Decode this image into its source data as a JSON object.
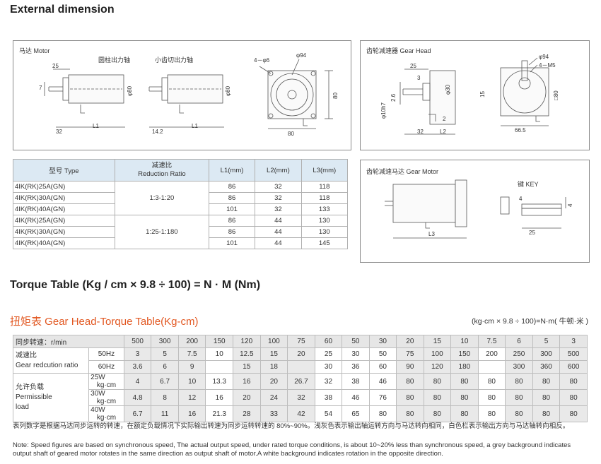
{
  "headings": {
    "external": "External dimension",
    "torque": "Torque Table (Kg / cm × 9.8 ÷ 100) = N · M (Nm)"
  },
  "panel_motor": {
    "title": "马达 Motor",
    "round_shaft": "圆柱出力轴",
    "gear_shaft": "小齿切出力轴",
    "d25": "25",
    "d7": "7",
    "d32": "32",
    "dL1": "L1",
    "dphi80": "φ80",
    "d14": "14.2",
    "dL1b": "L1",
    "dphi80b": "φ80",
    "holes": "4－φ6",
    "d94": "φ94",
    "d80a": "80",
    "d80b": "80"
  },
  "panel_gearhead": {
    "title": "齿轮减速器 Gear Head",
    "d25": "25",
    "d3": "3",
    "dphi10": "φ10h7",
    "d26": "2.6",
    "d30": "φ30",
    "d2": "2",
    "d32": "32",
    "dL2": "L2",
    "d15": "15",
    "d94": "φ94",
    "m5": "4－M5",
    "d80": "□80",
    "d665": "66.5"
  },
  "panel_gearmotor": {
    "title": "齿轮减速马达 Gear Motor",
    "key": "键 KEY",
    "L3": "L3",
    "d25": "25",
    "d4": "4",
    "d4b": "4"
  },
  "spec_table": {
    "headers": [
      "型号 Type",
      "减速比\nReduction Ratio",
      "L1(mm)",
      "L2(mm)",
      "L3(mm)"
    ],
    "rows": [
      {
        "type": "4IK(RK)25A(GN)",
        "ratio": "1:3-1:20",
        "l1": "86",
        "l2": "32",
        "l3": "118"
      },
      {
        "type": "4IK(RK)30A(GN)",
        "ratio": "",
        "l1": "86",
        "l2": "32",
        "l3": "118"
      },
      {
        "type": "4IK(RK)40A(GN)",
        "ratio": "",
        "l1": "101",
        "l2": "32",
        "l3": "133"
      },
      {
        "type": "4IK(RK)25A(GN)",
        "ratio": "1:25-1:180",
        "l1": "86",
        "l2": "44",
        "l3": "130"
      },
      {
        "type": "4IK(RK)30A(GN)",
        "ratio": "",
        "l1": "86",
        "l2": "44",
        "l3": "130"
      },
      {
        "type": "4IK(RK)40A(GN)",
        "ratio": "",
        "l1": "101",
        "l2": "44",
        "l3": "145"
      }
    ]
  },
  "torque_table": {
    "title_cn": "扭矩表",
    "title_en": " Gear Head-Torque Table(Kg-cm)",
    "unit_note": "(kg·cm × 9.8 ÷ 100)=N·m( 牛顿·米 )",
    "sync_label": "同步转速：r/min",
    "speeds": [
      "500",
      "300",
      "200",
      "150",
      "120",
      "100",
      "75",
      "60",
      "50",
      "30",
      "20",
      "15",
      "10",
      "7.5",
      "6",
      "5",
      "3"
    ],
    "ratio_label_cn": "减速比",
    "ratio_label_en": "Gear redcution ratio",
    "hz50": "50Hz",
    "hz60": "60Hz",
    "ratio50": [
      "3",
      "5",
      "7.5",
      "10",
      "12.5",
      "15",
      "20",
      "25",
      "30",
      "50",
      "75",
      "100",
      "150",
      "200",
      "250",
      "300",
      "500"
    ],
    "ratio60": [
      "3.6",
      "6",
      "9",
      "",
      "15",
      "18",
      "",
      "30",
      "36",
      "60",
      "90",
      "120",
      "180",
      "",
      "300",
      "360",
      "600"
    ],
    "load_label_cn": "允许负载",
    "load_label_en1": "Permissible",
    "load_label_en2": "load",
    "unit": "kg·cm",
    "loads": [
      {
        "w": "25W",
        "vals": [
          "4",
          "6.7",
          "10",
          "13.3",
          "16",
          "20",
          "26.7",
          "32",
          "38",
          "46",
          "80",
          "80",
          "80",
          "80",
          "80",
          "80",
          "80"
        ]
      },
      {
        "w": "30W",
        "vals": [
          "4.8",
          "8",
          "12",
          "16",
          "20",
          "24",
          "32",
          "38",
          "46",
          "76",
          "80",
          "80",
          "80",
          "80",
          "80",
          "80",
          "80"
        ]
      },
      {
        "w": "40W",
        "vals": [
          "6.7",
          "11",
          "16",
          "21.3",
          "28",
          "33",
          "42",
          "54",
          "65",
          "80",
          "80",
          "80",
          "80",
          "80",
          "80",
          "80",
          "80"
        ]
      }
    ]
  },
  "footnote_cn": "表列数字是根据马达同步运转的转速，在额定负载情况下实际输出转速为同步运转转速的 80%~90%。浅灰色表示输出轴运转方向与马达转向相同，白色栏表示输出方向与马达轴转向相反。",
  "footnote_en": "Note: Speed figures are based on synchronous speed, The actual output speed, under rated torque conditions, is about 10~20% less than synchronous speed, a grey background indicates output shaft of geared motor rotates in the same direction as output shaft of motor.A white background indicates rotation in the opposite direction."
}
